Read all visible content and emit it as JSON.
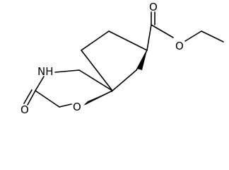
{
  "molecule": {
    "atoms": {
      "carbonyl_oxygen_ester": "O",
      "ether_oxygen_ester": "O",
      "amide_nitrogen": "NH",
      "amide_carbonyl_oxygen": "O",
      "ring_oxygen": "O"
    }
  }
}
